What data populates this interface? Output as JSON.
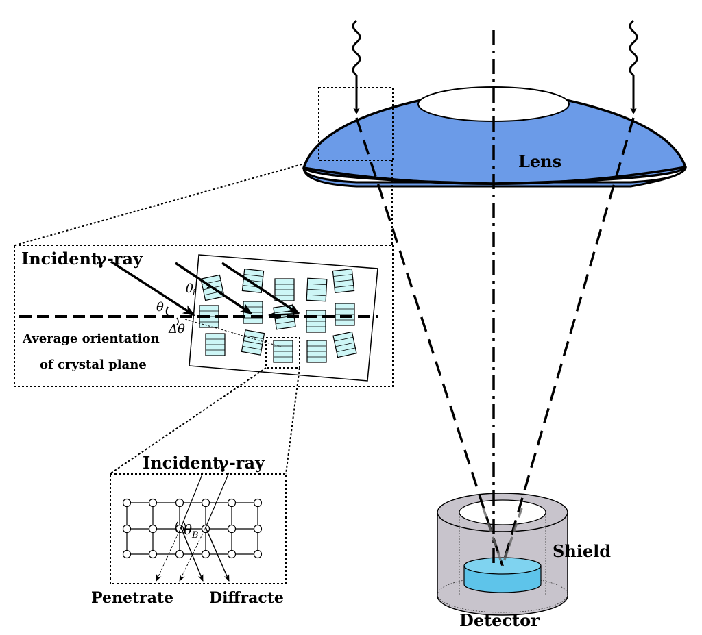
{
  "labels": {
    "lens": "Lens",
    "shield": "Shield",
    "detector": "Detector",
    "incident_top": "Incident",
    "gamma_ray_top": "γ-ray",
    "average_orientation_line1": "Average orientation",
    "average_orientation_line2": "of crystal plane",
    "incident_bottom": "Incident",
    "gamma_ray_bottom": "γ-ray",
    "penetrate": "Penetrate",
    "diffracte": "Diffracte"
  },
  "symbols": {
    "theta": "θ",
    "theta_i": "θ",
    "theta_i_sub": "i",
    "delta_theta": "Δθ",
    "theta_b": "θ",
    "theta_b_sub": "B"
  },
  "colors": {
    "lens_fill": "#6b9be8",
    "crystal_fill": "#cdf6f6",
    "shield_fill": "#c8c4cc",
    "detector_fill": "#5ec4ea",
    "line": "#000000"
  }
}
